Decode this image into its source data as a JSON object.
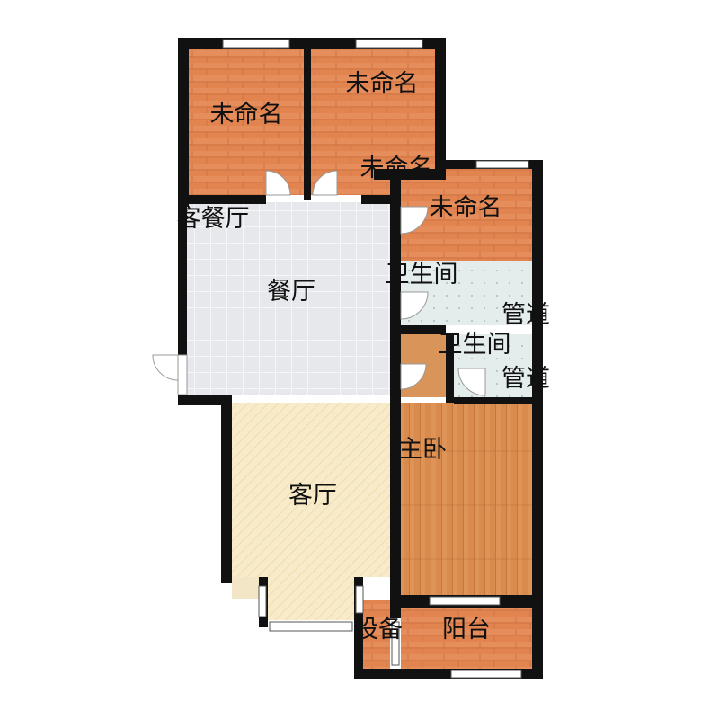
{
  "floorplan": {
    "labels": {
      "room_a": "未命名",
      "room_b": "未命名",
      "room_c": "未命名",
      "room_d": "未命名",
      "living_dining": "客餐厅",
      "dining": "餐厅",
      "bath_1": "卫生间",
      "shaft_1": "管道",
      "bath_2": "卫生间",
      "shaft_2": "管道",
      "master_bedroom": "主卧",
      "living": "客厅",
      "equipment": "设备",
      "balcony": "阳台"
    },
    "colors": {
      "wall": "#111111",
      "wood_light": "#e3895a",
      "wood_dark": "#d87a45",
      "master_floor": "#d9894c",
      "tile": "#e8e9ec",
      "living_floor": "#f7e9c7",
      "bath_tile": "#e3ecec",
      "window": "#ffffff",
      "door_line": "#9a9a9a"
    }
  }
}
